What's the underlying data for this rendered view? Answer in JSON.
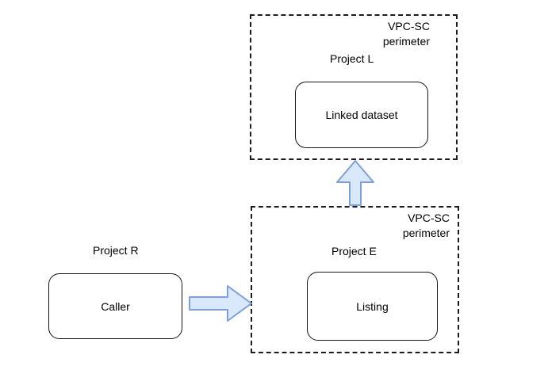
{
  "diagram": {
    "colors": {
      "background": "#ffffff",
      "text": "#000000",
      "node_border": "#141414",
      "perimeter_border": "#1c1c1c",
      "arrow_fill": "#dae8fc",
      "arrow_stroke": "#7e9fd8"
    },
    "top_perimeter": {
      "label_line1": "VPC-SC",
      "label_line2": "perimeter",
      "project_label": "Project L",
      "node_label": "Linked dataset"
    },
    "bottom_perimeter": {
      "label_line1": "VPC-SC",
      "label_line2": "perimeter",
      "project_label": "Project E",
      "node_label": "Listing"
    },
    "external": {
      "project_label": "Project R",
      "node_label": "Caller"
    },
    "arrows": {
      "caller_to_listing_direction": "right",
      "listing_to_linked_dataset_direction": "up"
    }
  }
}
